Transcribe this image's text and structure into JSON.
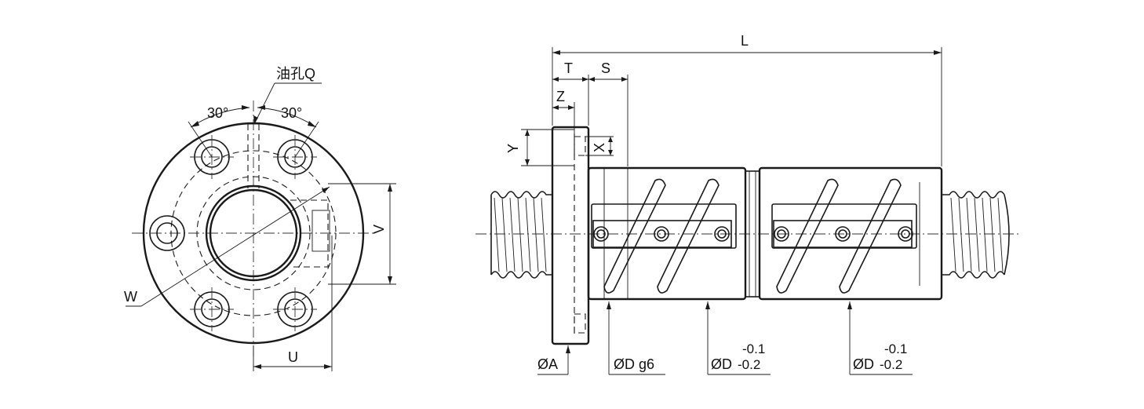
{
  "labels": {
    "oil_hole": "油孔Q",
    "angle_left": "30°",
    "angle_right": "30°",
    "w": "W",
    "v": "V",
    "u": "U",
    "l": "L",
    "t": "T",
    "s": "S",
    "z": "Z",
    "y": "Y",
    "x": "X",
    "dia_a": "ØA",
    "dia_d_g6": "ØD g6",
    "dia_d_1": "ØD",
    "tol_upper_1": "-0.1",
    "tol_lower_1": "-0.2",
    "dia_d_2": "ØD",
    "tol_upper_2": "-0.1",
    "tol_lower_2": "-0.2"
  },
  "colors": {
    "line": "#1a1a1a",
    "background": "#ffffff"
  }
}
